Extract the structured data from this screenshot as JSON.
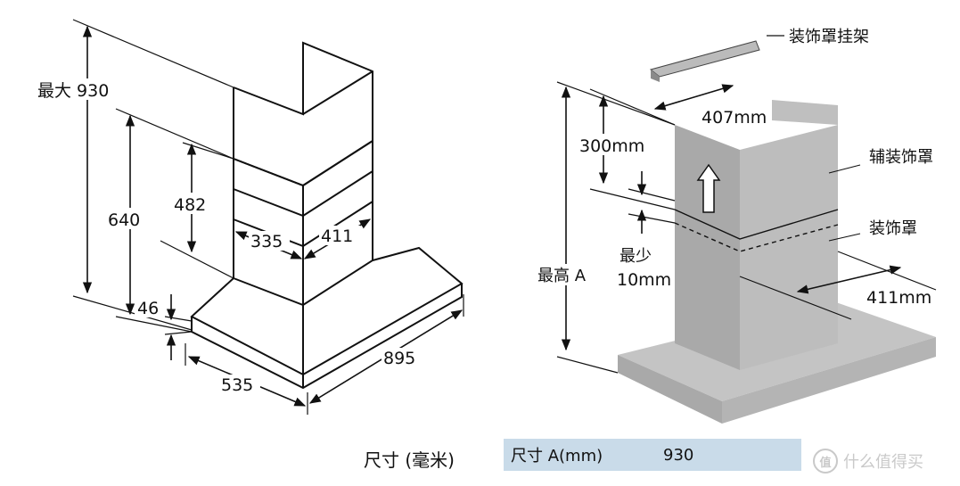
{
  "left_diagram": {
    "dims": {
      "max_height": "最大 930",
      "h640": "640",
      "h482": "482",
      "h46": "46",
      "w335": "335",
      "w411": "411",
      "w535": "535",
      "w895": "895"
    }
  },
  "right_diagram": {
    "parts": {
      "bracket": "装饰罩挂架",
      "upper_cover": "辅装饰罩",
      "lower_cover": "装饰罩"
    },
    "dims": {
      "w407": "407mm",
      "h300": "300mm",
      "min_label": "最少",
      "min_value": "10mm",
      "max_a": "最高 A",
      "w411": "411mm"
    }
  },
  "table": {
    "title": "尺寸 (毫米)",
    "col_label": "尺寸 A(mm)",
    "col_value": "930"
  },
  "watermark": {
    "icon": "值",
    "text": "什么值得买"
  },
  "colors": {
    "shade_front": "#a9a9a9",
    "shade_side": "#bdbdbd",
    "shade_base": "#b4b4b4",
    "table_bg": "#c9dbe9"
  }
}
